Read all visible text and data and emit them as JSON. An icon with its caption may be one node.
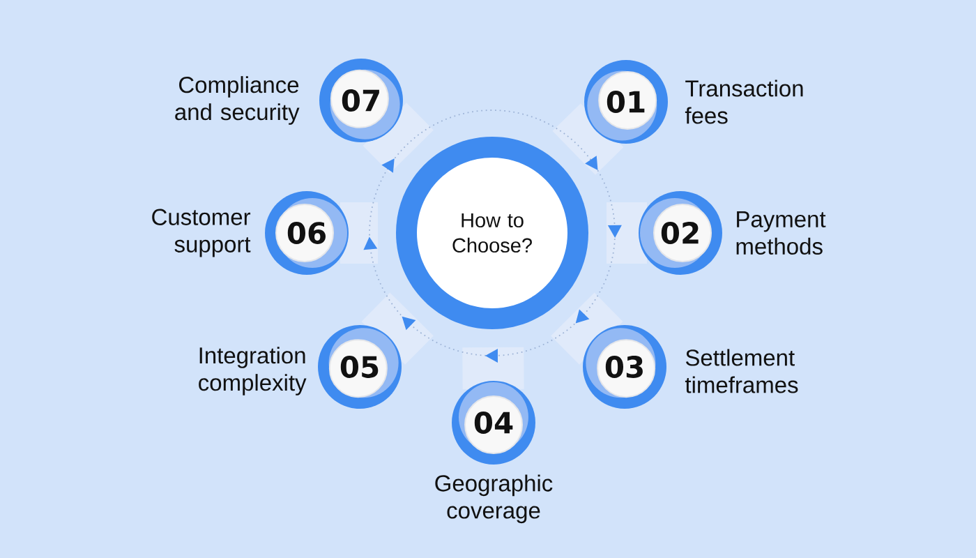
{
  "diagram": {
    "nodes": [
      {
        "text": [
          "How to Choose?"
        ]
      },
      {
        "text": [
          "01"
        ],
        "beside": [
          "Transaction fees"
        ]
      },
      {
        "text": [
          "02"
        ],
        "beside": [
          "Payment methods"
        ]
      },
      {
        "text": [
          "03"
        ],
        "beside": [
          "Settlement timeframes"
        ]
      },
      {
        "text": [
          "04"
        ],
        "beside": [
          "Geographic coverage"
        ]
      },
      {
        "text": [
          "05"
        ],
        "beside": [
          "Integration complexity"
        ]
      },
      {
        "text": [
          "06"
        ],
        "beside": [
          "Customer support"
        ]
      },
      {
        "text": [
          "07"
        ],
        "beside": [
          "Compliance and security"
        ]
      }
    ]
  }
}
